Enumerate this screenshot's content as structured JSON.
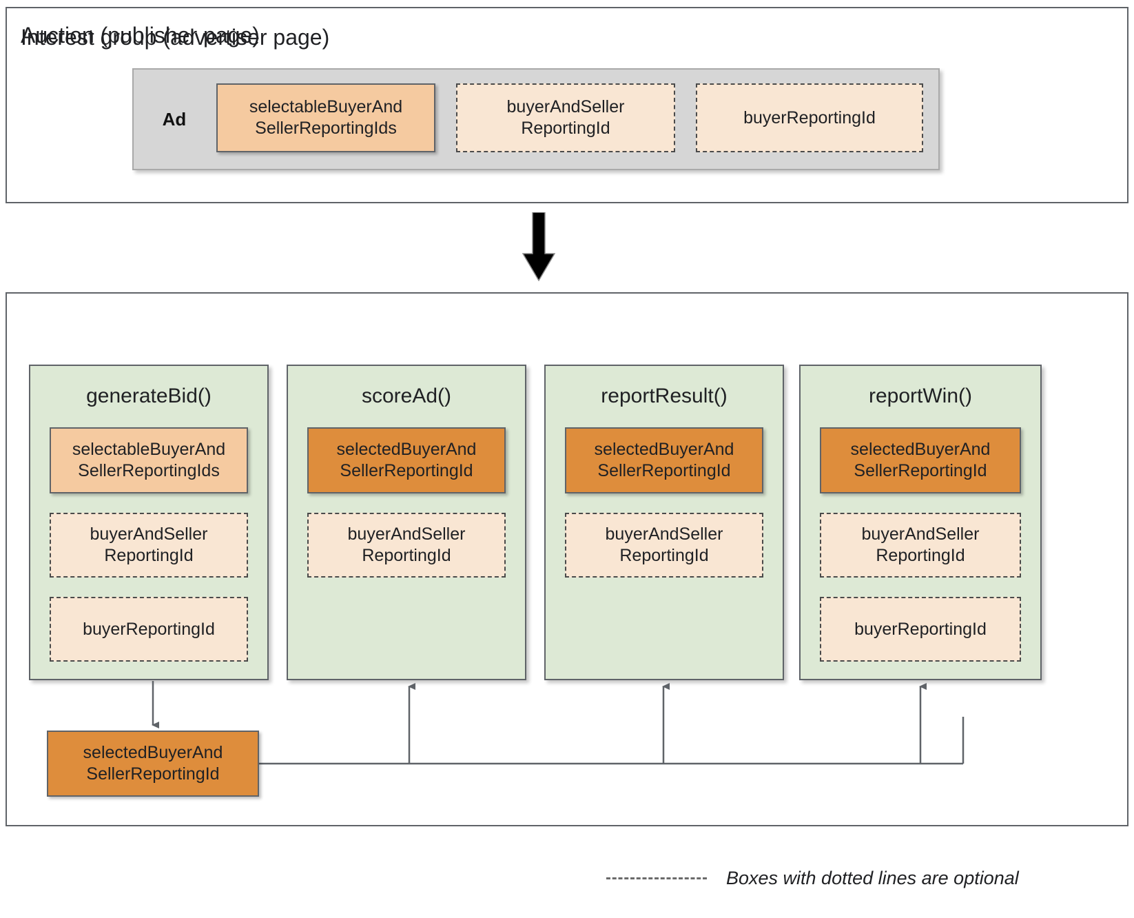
{
  "diagram": {
    "type": "flow-diagram",
    "title_absent": true
  },
  "interest_group": {
    "title": "Interest group (advertiser page)",
    "ad_label": "Ad",
    "fields": [
      {
        "label": "selectableBuyerAnd\nSellerReportingIds",
        "style": "solid-light",
        "optional": false
      },
      {
        "label": "buyerAndSeller\nReportingId",
        "style": "dashed",
        "optional": true
      },
      {
        "label": "buyerReportingId",
        "style": "dashed",
        "optional": true
      }
    ]
  },
  "flow": {
    "arrow_direction": "down",
    "arrow_color": "#000000"
  },
  "auction": {
    "title": "Auction (publisher page)",
    "columns": [
      {
        "name": "generateBid()",
        "fields": [
          {
            "label": "selectableBuyerAnd\nSellerReportingIds",
            "style": "solid-light",
            "optional": false
          },
          {
            "label": "buyerAndSeller\nReportingId",
            "style": "dashed",
            "optional": true
          },
          {
            "label": "buyerReportingId",
            "style": "dashed",
            "optional": true
          }
        ]
      },
      {
        "name": "scoreAd()",
        "fields": [
          {
            "label": "selectedBuyerAnd\nSellerReportingId",
            "style": "solid-dark",
            "optional": false
          },
          {
            "label": "buyerAndSeller\nReportingId",
            "style": "dashed",
            "optional": true
          }
        ]
      },
      {
        "name": "reportResult()",
        "fields": [
          {
            "label": "selectedBuyerAnd\nSellerReportingId",
            "style": "solid-dark",
            "optional": false
          },
          {
            "label": "buyerAndSeller\nReportingId",
            "style": "dashed",
            "optional": true
          }
        ]
      },
      {
        "name": "reportWin()",
        "fields": [
          {
            "label": "selectedBuyerAnd\nSellerReportingId",
            "style": "solid-dark",
            "optional": false
          },
          {
            "label": "buyerAndSeller\nReportingId",
            "style": "dashed",
            "optional": true
          },
          {
            "label": "buyerReportingId",
            "style": "dashed",
            "optional": true
          }
        ]
      }
    ],
    "output_box": {
      "label": "selectedBuyerAnd\nSellerReportingId",
      "style": "solid-dark"
    }
  },
  "legend": {
    "text": "Boxes with dotted lines are optional",
    "swatch": "dashed-line"
  },
  "colors": {
    "panel_border": "#5f6368",
    "ad_container_fill": "#d6d6d6",
    "solid_light_fill": "#f5caa0",
    "solid_dark_fill": "#de8d3c",
    "dashed_fill": "#f9e6d3",
    "column_fill": "#dde9d5",
    "connector": "#5f6368",
    "text": "#202124"
  }
}
